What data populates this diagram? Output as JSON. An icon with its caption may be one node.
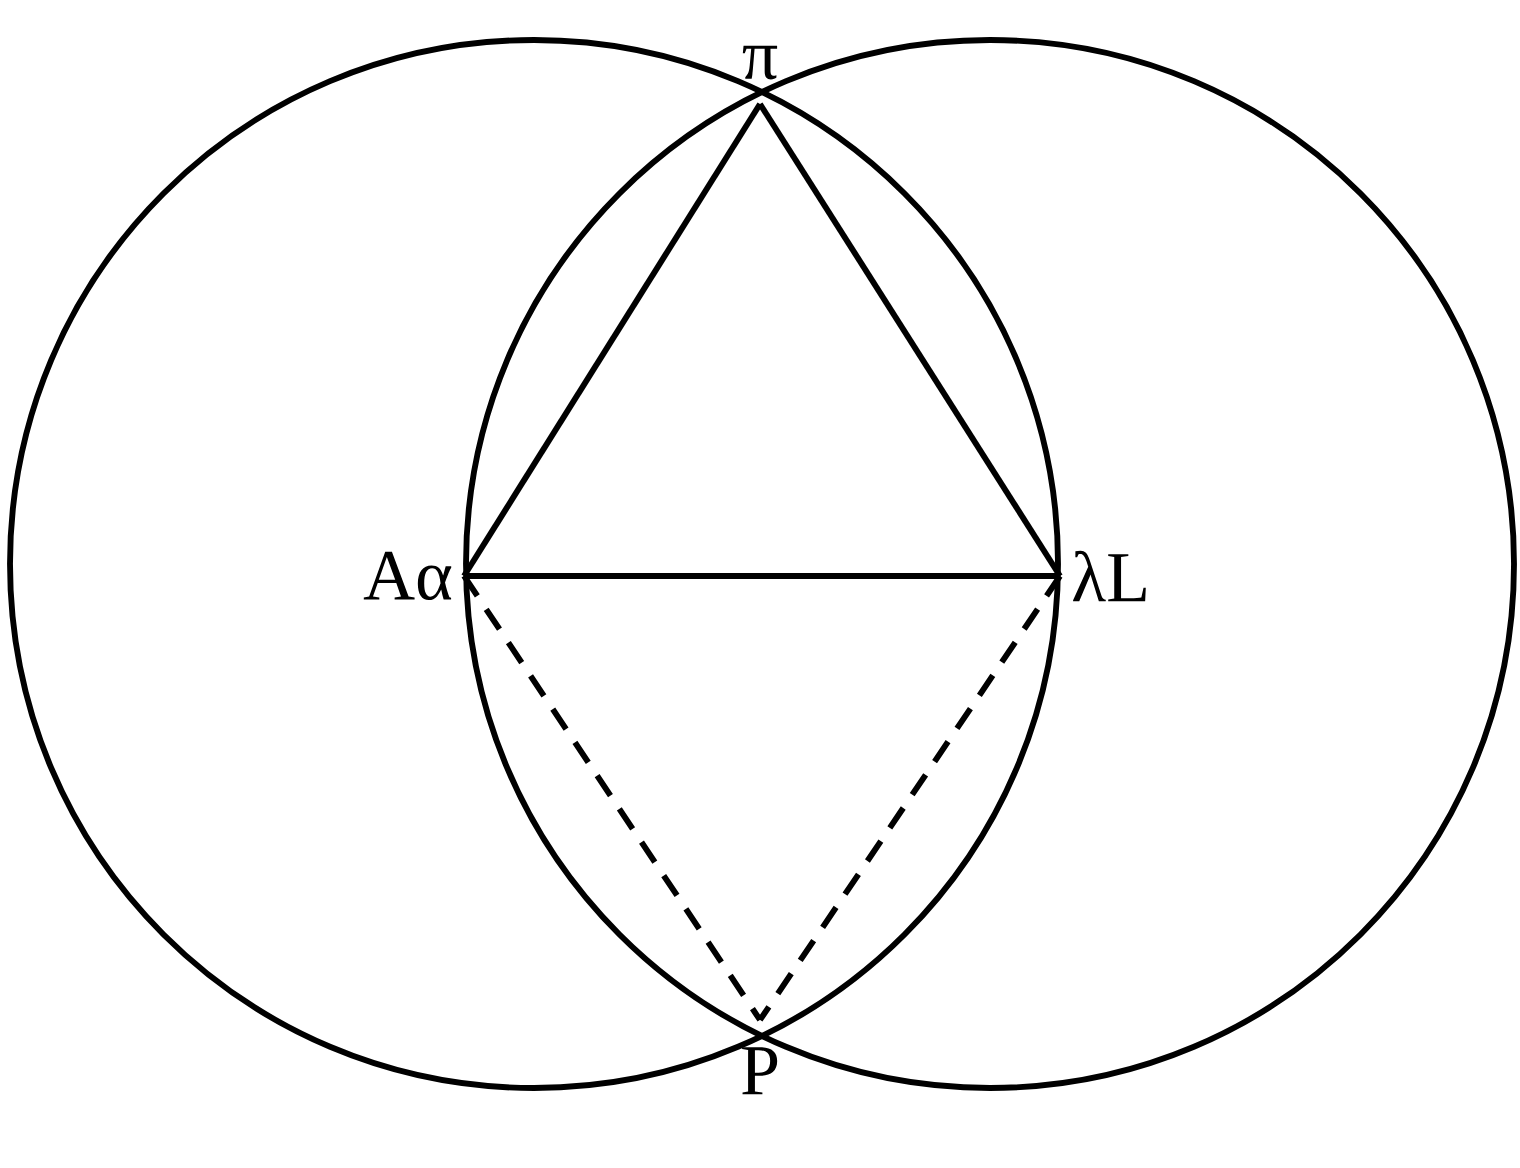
{
  "diagram": {
    "nodes": [
      {
        "text": [
          "π"
        ]
      },
      {
        "text": [
          "Aα"
        ]
      },
      {
        "text": [
          "λL"
        ]
      },
      {
        "text": [
          "P"
        ]
      }
    ],
    "edges": [
      {
        "from": 0,
        "to": 1,
        "arrow": "none"
      },
      {
        "from": 0,
        "to": 2,
        "arrow": "none"
      },
      {
        "from": 1,
        "to": 2,
        "arrow": "none"
      },
      {
        "from": 1,
        "to": 3,
        "arrow": "none",
        "style": "dashed"
      },
      {
        "from": 2,
        "to": 3,
        "arrow": "none",
        "style": "dashed"
      }
    ]
  }
}
